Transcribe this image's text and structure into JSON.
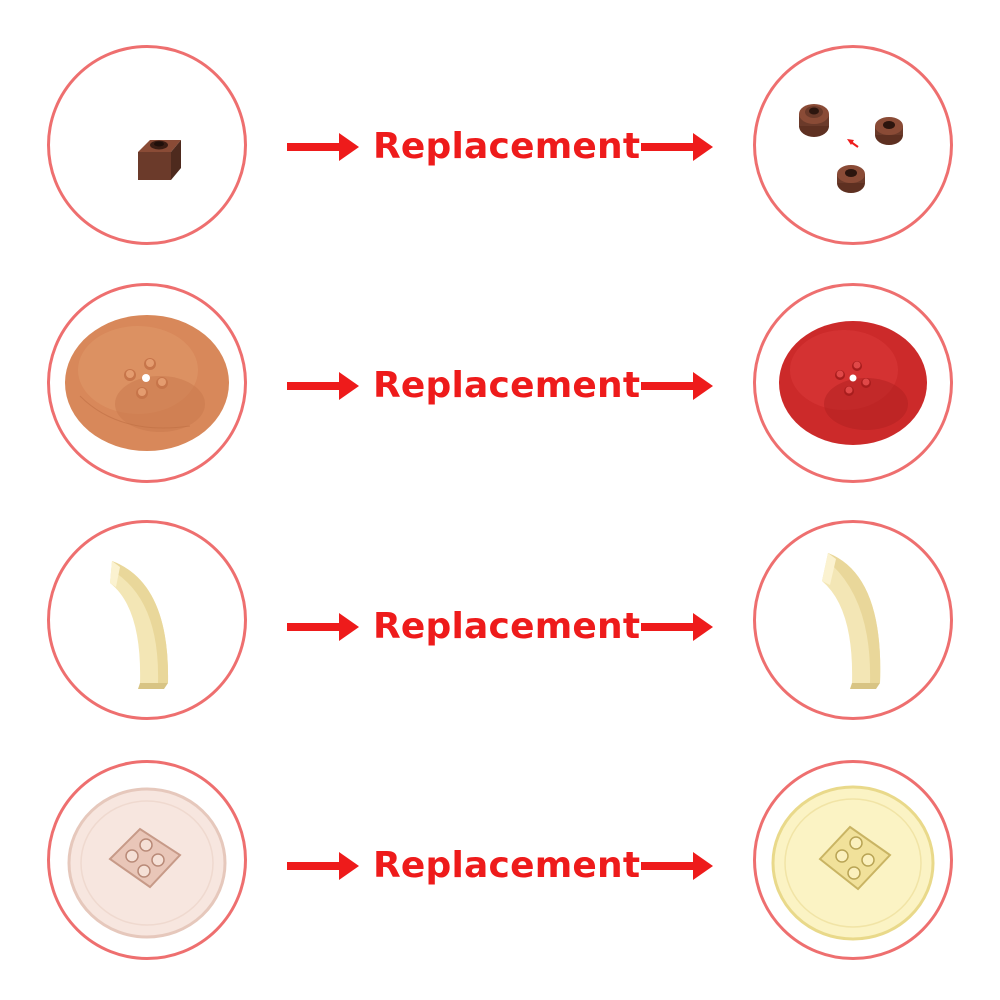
{
  "colors": {
    "accent": "#ee1b1b",
    "circle_border": "#ee6f6f"
  },
  "rows": [
    {
      "label": "Replacement",
      "original_part": "reddish-brown-brick-icon",
      "replacement_part": "reddish-brown-round-plates-icon"
    },
    {
      "label": "Replacement",
      "original_part": "medium-nougat-dish-icon",
      "replacement_part": "red-dish-icon"
    },
    {
      "label": "Replacement",
      "original_part": "tan-curved-arch-icon",
      "replacement_part": "tan-curved-arch-icon"
    },
    {
      "label": "Replacement",
      "original_part": "trans-clear-dish-icon",
      "replacement_part": "trans-yellow-dish-icon"
    }
  ]
}
